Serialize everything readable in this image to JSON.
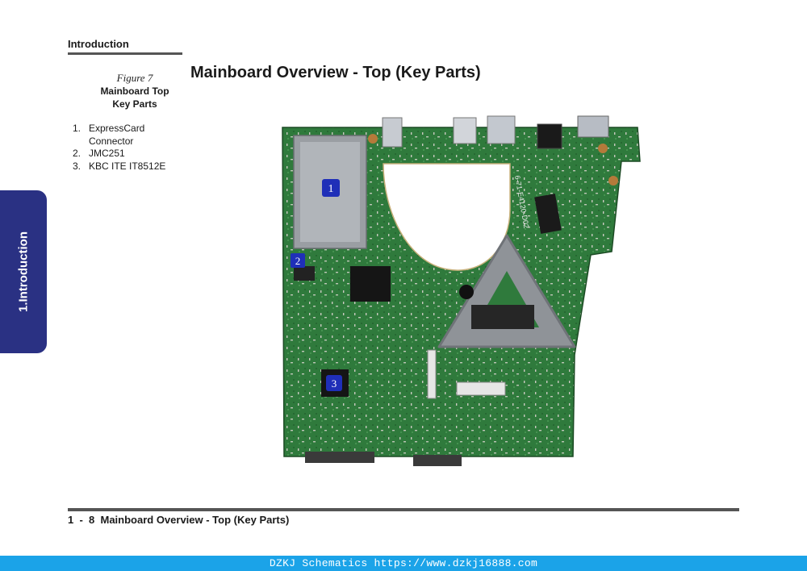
{
  "header": {
    "section": "Introduction"
  },
  "side_tab": {
    "label": "1.Introduction"
  },
  "figure": {
    "number": "Figure 7",
    "title_line1": "Mainboard Top",
    "title_line2": "Key Parts",
    "parts": [
      {
        "num": "1.",
        "label": "ExpressCard Connector"
      },
      {
        "num": "2.",
        "label": "JMC251"
      },
      {
        "num": "3.",
        "label": "KBC ITE IT8512E"
      }
    ]
  },
  "main": {
    "title": "Mainboard Overview - Top (Key Parts)"
  },
  "board": {
    "callouts": [
      "1",
      "2",
      "3"
    ],
    "silkscreen": "6-71-E4120-D02"
  },
  "footer": {
    "page": "1  -  8",
    "title": "Mainboard Overview - Top (Key Parts)"
  },
  "watermark": {
    "text": "DZKJ Schematics https://www.dzkj16888.com"
  },
  "colors": {
    "tab": "#2a3183",
    "board": "#2f7a3c",
    "callout": "#1f2fb8",
    "watermark_bar": "#1ba3e8"
  }
}
